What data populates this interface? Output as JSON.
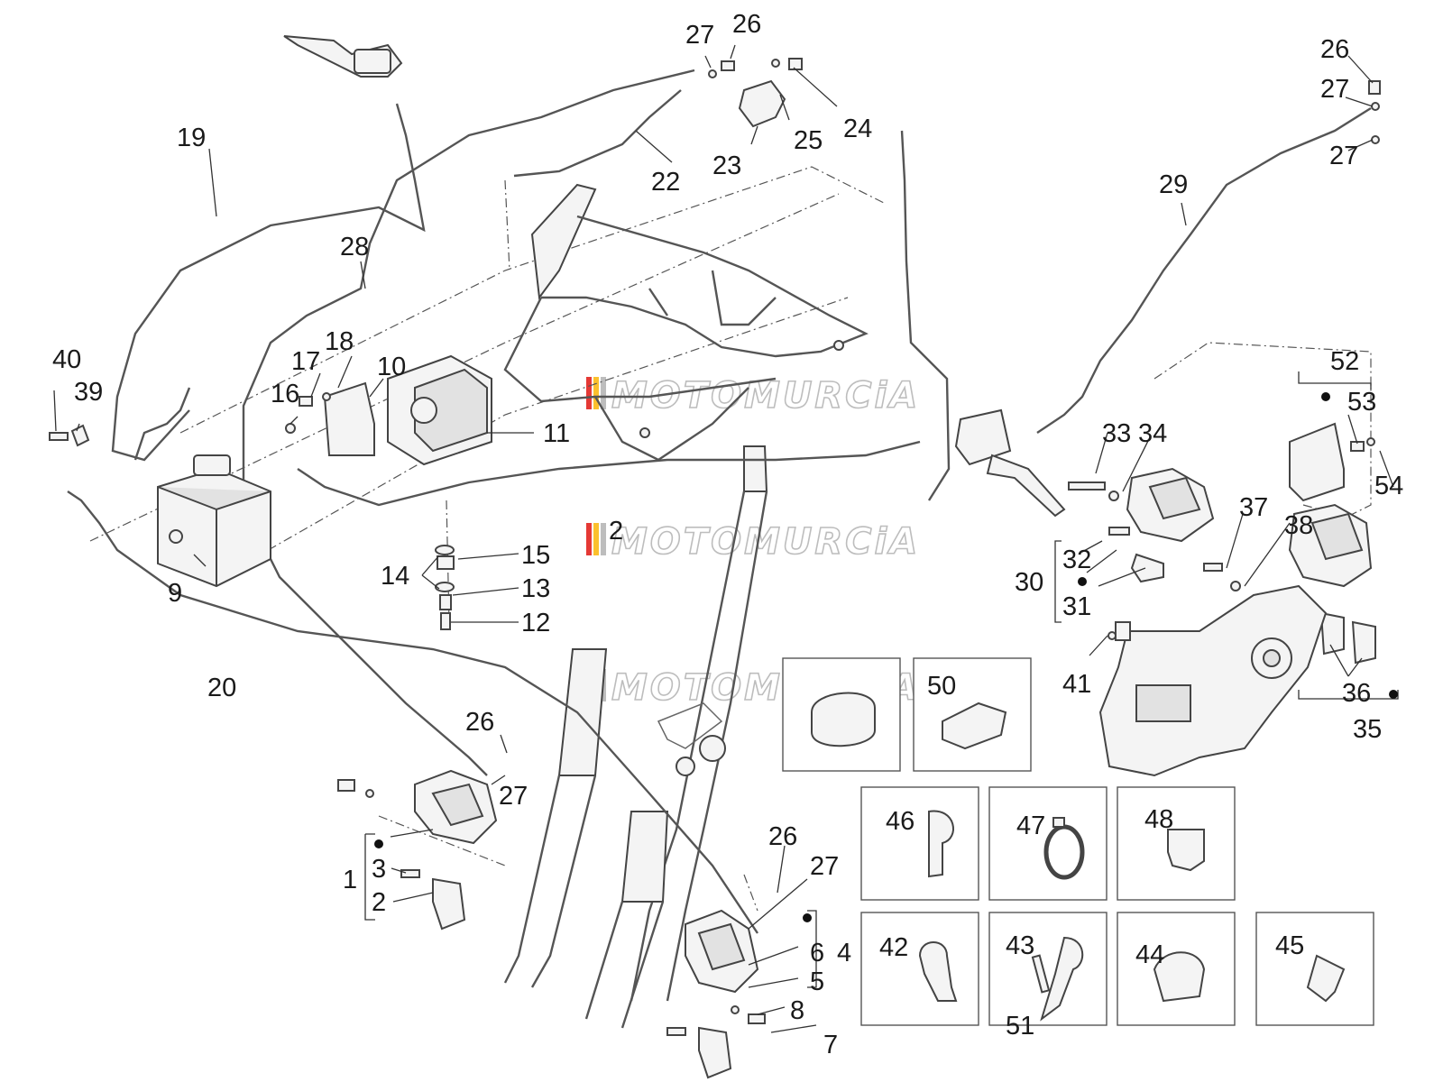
{
  "watermark": "MOTOMURCiA",
  "colors": {
    "line": "#555555",
    "label": "#1a1a1a",
    "watermark_stripe_red": "#e53935",
    "watermark_stripe_yellow": "#fbc02d"
  },
  "callouts": {
    "n1": "1",
    "n2": "2",
    "n3": "3",
    "n4": "4",
    "n5": "5",
    "n6": "6",
    "n7": "7",
    "n8": "8",
    "n9": "9",
    "n10": "10",
    "n11": "11",
    "n12": "12",
    "n13": "13",
    "n14": "14",
    "n15": "15",
    "n16": "16",
    "n17": "17",
    "n18": "18",
    "n19": "19",
    "n20": "20",
    "n22": "22",
    "n23": "23",
    "n24": "24",
    "n25": "25",
    "n26": "26",
    "n27": "27",
    "n28": "28",
    "n29": "29",
    "n30": "30",
    "n31": "31",
    "n32": "32",
    "n33": "33",
    "n34": "34",
    "n35": "35",
    "n36": "36",
    "n37": "37",
    "n38": "38",
    "n39": "39",
    "n40": "40",
    "n41": "41",
    "n42": "42",
    "n43": "43",
    "n44": "44",
    "n45": "45",
    "n46": "46",
    "n47": "47",
    "n48": "48",
    "n50": "50",
    "n51": "51",
    "n52": "52",
    "n53": "53",
    "n54": "54"
  }
}
